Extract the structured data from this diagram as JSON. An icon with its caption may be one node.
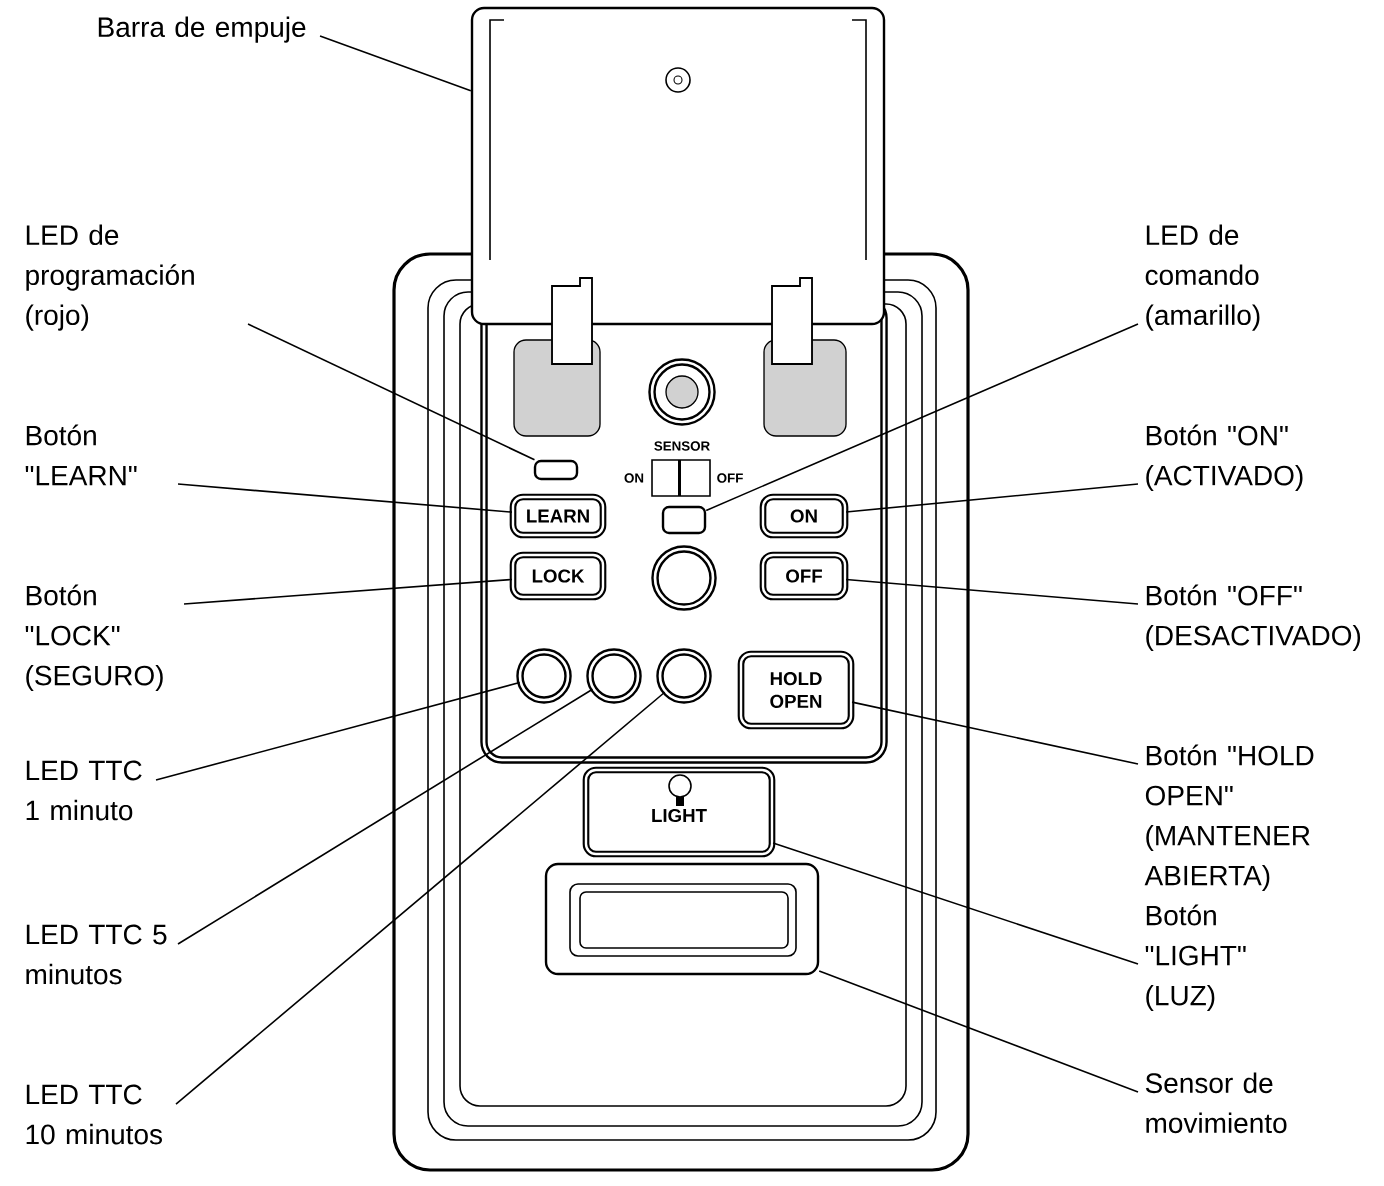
{
  "diagram": {
    "nodes": [
      {
        "text": [
          "Barra de empuje"
        ]
      },
      {
        "text": [],
        "shape": "box"
      },
      {
        "text": [
          "LED de programación (rojo)"
        ]
      },
      {
        "text": [],
        "shape": "box"
      },
      {
        "text": [
          "LED de comando (amarillo)"
        ]
      },
      {
        "text": [],
        "shape": "box"
      },
      {
        "text": [
          "Botón \"LEARN\""
        ]
      },
      {
        "text": [
          "LEARN"
        ]
      },
      {
        "text": [
          "Botón \"ON\" (ACTIVADO)"
        ]
      },
      {
        "text": [
          "ON"
        ]
      },
      {
        "text": [
          "Botón \"LOCK\" (SEGURO)"
        ]
      },
      {
        "text": [
          "LOCK"
        ]
      },
      {
        "text": [
          "Botón \"OFF\" (DESACTIVADO)"
        ]
      },
      {
        "text": [
          "OFF"
        ]
      },
      {
        "text": [
          "LED TTC 1 minuto"
        ]
      },
      {
        "text": [],
        "shape": "circle"
      },
      {
        "text": [
          "Botón \"HOLD OPEN\" (MANTENER ABIERTA)"
        ]
      },
      {
        "text": [
          "HOLD OPEN"
        ]
      },
      {
        "text": [
          "LED TTC 5 minutos"
        ]
      },
      {
        "text": [],
        "shape": "circle"
      },
      {
        "text": [
          "LED TTC 10 minutos"
        ]
      },
      {
        "text": [],
        "shape": "circle"
      },
      {
        "text": [
          "Botón \"LIGHT\" (LUZ)"
        ]
      },
      {
        "text": [
          "LIGHT"
        ]
      },
      {
        "text": [
          "Sensor de movimiento"
        ]
      },
      {
        "text": [],
        "shape": "box"
      },
      {
        "text": [],
        "shape": "circle"
      },
      {
        "text": [],
        "shape": "circle"
      }
    ],
    "edges": [
      {
        "from": 0,
        "to": 1,
        "arrow": "none"
      },
      {
        "from": 2,
        "to": 3,
        "arrow": "none"
      },
      {
        "from": 4,
        "to": 5,
        "arrow": "none"
      },
      {
        "from": 6,
        "to": 7,
        "arrow": "none"
      },
      {
        "from": 8,
        "to": 9,
        "arrow": "none"
      },
      {
        "from": 10,
        "to": 11,
        "arrow": "none"
      },
      {
        "from": 12,
        "to": 13,
        "arrow": "none"
      },
      {
        "from": 14,
        "to": 15,
        "arrow": "none"
      },
      {
        "from": 16,
        "to": 17,
        "arrow": "none"
      },
      {
        "from": 18,
        "to": 19,
        "arrow": "none"
      },
      {
        "from": 20,
        "to": 21,
        "arrow": "none"
      },
      {
        "from": 22,
        "to": 23,
        "arrow": "none"
      },
      {
        "from": 24,
        "to": 25,
        "arrow": "none"
      }
    ],
    "labels": [
      "SENSOR",
      "ON",
      "OFF"
    ]
  }
}
